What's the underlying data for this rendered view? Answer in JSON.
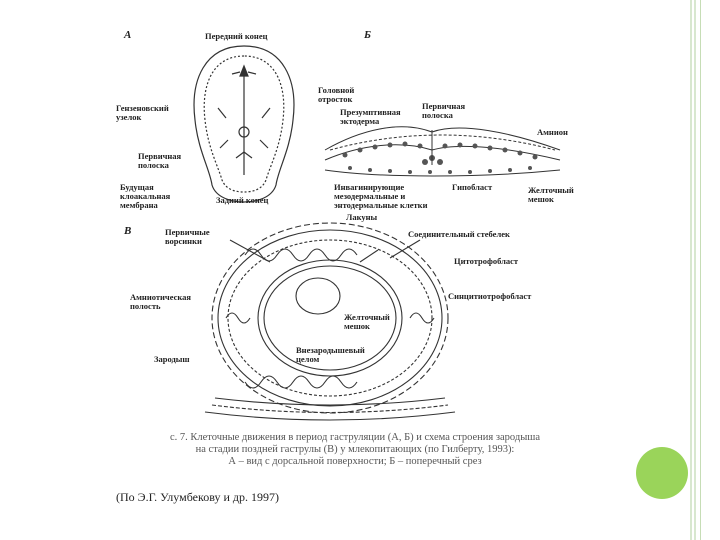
{
  "slide": {
    "accent_color": "#9ad45a",
    "source_text": "(По Э.Г. Улумбекову и др. 1997)"
  },
  "figure": {
    "panel_a": "А",
    "panel_b": "Б",
    "panel_v": "В",
    "labels_a": {
      "front_end": "Передний конец",
      "head_process": "Головной отросток",
      "hensen_node": "Гензеновский узелок",
      "primitive_streak": "Первичная полоска",
      "future_cloacal": "Будущая клоакальная мембрана",
      "rear_end": "Задний конец"
    },
    "labels_b": {
      "primary_ectoderm": "Презумптивная эктодерма",
      "primary_streak": "Первичная полоска",
      "amnion": "Амнион",
      "invaginating": "Инвагинирующие мезодермальные и энтодермальные клетки",
      "hypoblast": "Гипобласт",
      "yolk_sac": "Желточный мешок"
    },
    "labels_v": {
      "lacunae": "Лакуны",
      "primary_villi": "Первичные ворсинки",
      "connecting_stalk": "Соединительный стебелек",
      "cytotrophoblast": "Цитотрофобласт",
      "amniotic_cavity": "Амниотическая полость",
      "syncytiotrophoblast": "Синцитиотрофобласт",
      "yolk_sac": "Желточный мешок",
      "embryo": "Зародыш",
      "extraembryonic_coelom": "Внезародышевый целом"
    },
    "caption_line1": "с. 7. Клеточные движения в период гаструляции (А, Б) и схема строения зародыша",
    "caption_line2": "на стадии поздней гаструлы (В) у млекопитающих (по Гилберту, 1993):",
    "caption_line3": "А – вид с дорсальной поверхности; Б – поперечный срез"
  }
}
